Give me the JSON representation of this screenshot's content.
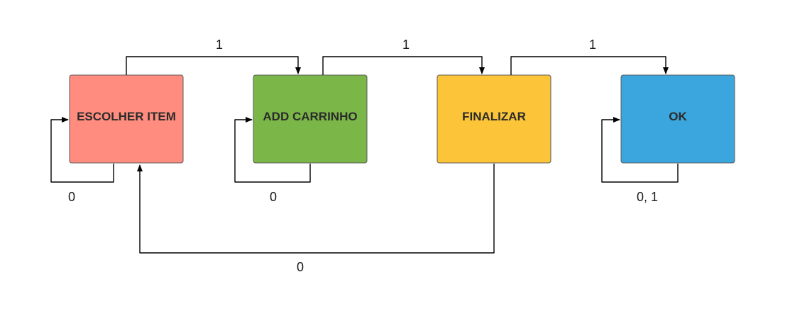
{
  "states": [
    {
      "id": "escolher",
      "label": "ESCOLHER ITEM",
      "color": "#ff8c7e"
    },
    {
      "id": "add",
      "label": "ADD CARRINHO",
      "color": "#7ab648"
    },
    {
      "id": "finalizar",
      "label": "FINALIZAR",
      "color": "#fcc438"
    },
    {
      "id": "ok",
      "label": "OK",
      "color": "#3aa6dd"
    }
  ],
  "transitions": [
    {
      "from": "escolher",
      "to": "escolher",
      "label": "0"
    },
    {
      "from": "escolher",
      "to": "add",
      "label": "1"
    },
    {
      "from": "add",
      "to": "add",
      "label": "0"
    },
    {
      "from": "add",
      "to": "finalizar",
      "label": "1"
    },
    {
      "from": "finalizar",
      "to": "ok",
      "label": "1"
    },
    {
      "from": "finalizar",
      "to": "escolher",
      "label": "0"
    },
    {
      "from": "ok",
      "to": "ok",
      "label": "0, 1"
    }
  ]
}
